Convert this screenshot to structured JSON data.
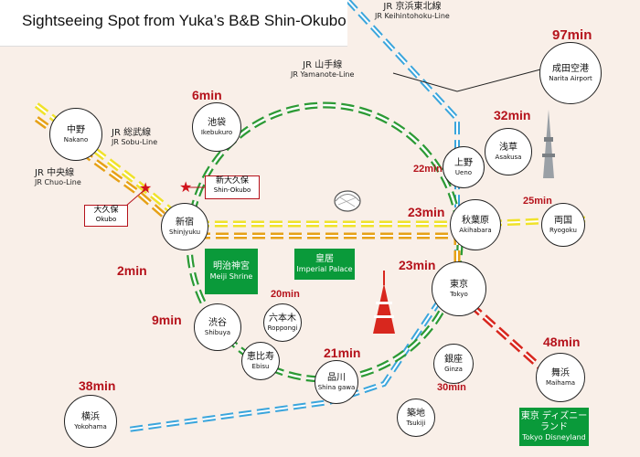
{
  "title": "Sightseeing Spot from Yuka’s B&B Shin-Okubo",
  "lines": {
    "keihin_tohoku": {
      "jp": "JR 京浜東北線",
      "en": "JR Keihintohoku-Line"
    },
    "yamanote": {
      "jp": "JR 山手線",
      "en": "JR Yamanote-Line"
    },
    "sobu": {
      "jp": "JR 総武線",
      "en": "JR Sobu-Line"
    },
    "chuo": {
      "jp": "JR 中央線",
      "en": "JR Chuo-Line"
    }
  },
  "stations": {
    "nakano": {
      "jp": "中野",
      "en": "Nakano"
    },
    "ikebukuro": {
      "jp": "池袋",
      "en": "Ikebukuro"
    },
    "shinjuku": {
      "jp": "新宿",
      "en": "Shinjyuku"
    },
    "ueno": {
      "jp": "上野",
      "en": "Ueno"
    },
    "asakusa": {
      "jp": "浅草",
      "en": "Asakusa"
    },
    "akihabara": {
      "jp": "秋葉原",
      "en": "Akihabara"
    },
    "ryogoku": {
      "jp": "両国",
      "en": "Ryogoku"
    },
    "tokyo": {
      "jp": "東京",
      "en": "Tokyo"
    },
    "shibuya": {
      "jp": "渋谷",
      "en": "Shibuya"
    },
    "roppongi": {
      "jp": "六本木",
      "en": "Roppongi"
    },
    "ebisu": {
      "jp": "恵比寿",
      "en": "Ebisu"
    },
    "shinagawa": {
      "jp": "品川",
      "en": "Shina gawa"
    },
    "ginza": {
      "jp": "銀座",
      "en": "Ginza"
    },
    "tsukiji": {
      "jp": "築地",
      "en": "Tsukiji"
    },
    "maihama": {
      "jp": "舞浜",
      "en": "Maihama"
    },
    "yokohama": {
      "jp": "横浜",
      "en": "Yokohama"
    },
    "narita": {
      "jp": "成田空港",
      "en": "Narita Airport"
    }
  },
  "callouts": {
    "okubo": {
      "jp": "大久保",
      "en": "Okubo"
    },
    "shin_okubo": {
      "jp": "新大久保",
      "en": "Shin-Okubo"
    }
  },
  "landmarks": {
    "meiji": {
      "jp": "明治神宮",
      "en": "Meiji Shrine"
    },
    "imperial": {
      "jp": "皇居",
      "en": "Imperial Palace"
    },
    "disney": {
      "jp": "東京 ディズニーランド",
      "en": "Tokyo Disneyland"
    }
  },
  "times": {
    "ikebukuro": "6min",
    "narita": "97min",
    "asakusa": "32min",
    "ueno": "22min",
    "akihabara": "23min",
    "ryogoku": "25min",
    "tokyo": "23min",
    "okubo": "2min",
    "shibuya": "9min",
    "roppongi": "20min",
    "shinagawa": "21min",
    "tsukiji": "30min",
    "maihama": "48min",
    "yokohama": "38min"
  },
  "colors": {
    "background": "#f9efe8",
    "yamanote": "#2c9a35",
    "chuo": "#e6a117",
    "sobu": "#f0e22a",
    "keihin_tohoku": "#3aa5dc",
    "keiyo": "#d8271e",
    "time_text": "#b5121b",
    "landmark_green": "#0a9a3a"
  }
}
